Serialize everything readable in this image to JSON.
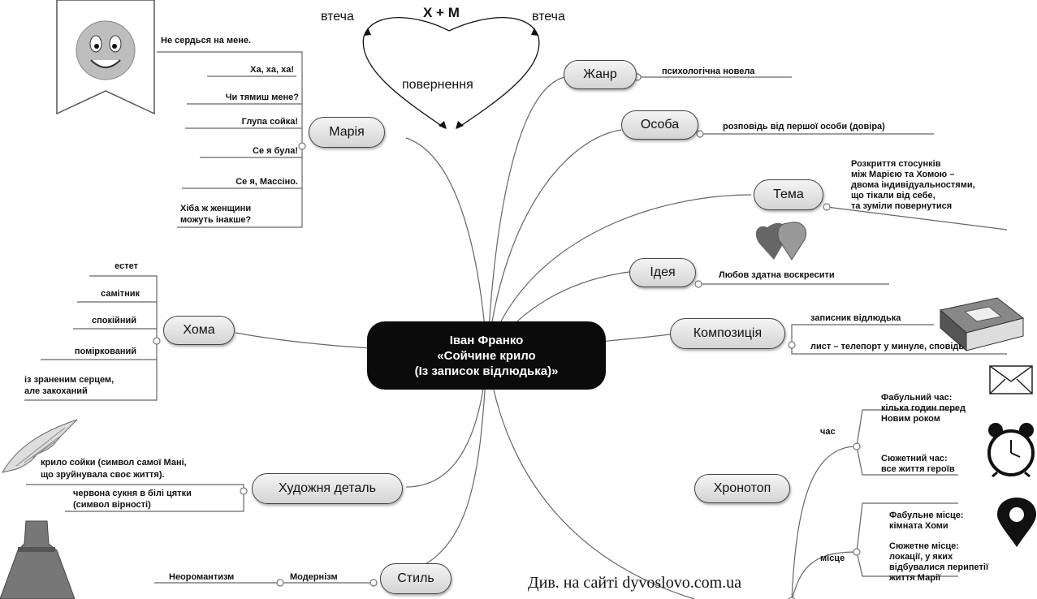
{
  "center": {
    "author": "Іван Франко",
    "title": "«Сойчине крило",
    "subtitle": "(Із записок відлюдька)»"
  },
  "heart_scheme": {
    "left": "втеча",
    "right": "втеча",
    "top": "Х + М",
    "bottom": "повернення"
  },
  "maria": {
    "label": "Марія",
    "quotes": [
      "Не сердься на мене.",
      "Ха, ха, ха!",
      "Чи тямиш мене?",
      "Глупа сойка!",
      "Се я була!",
      "Се я, Массіно."
    ],
    "last_quote_line1": "Хіба ж женщини",
    "last_quote_line2": "можуть інакше?"
  },
  "homa": {
    "label": "Хома",
    "traits": [
      "естет",
      "самітник",
      "спокійний",
      "поміркований"
    ],
    "last_trait_line1": "із зраненим серцем,",
    "last_trait_line2": "але закоханий"
  },
  "detail": {
    "label": "Художня деталь",
    "item1_line1": "крило сойки (символ самої Мані,",
    "item1_line2": "що зруйнувала своє життя).",
    "item2_line1": "червона сукня в білі цятки",
    "item2_line2": "(символ вірності)"
  },
  "style": {
    "label": "Стиль",
    "sub": "Модернізм",
    "subsub": "Неоромантизм"
  },
  "genre": {
    "label": "Жанр",
    "value": "психологічна новела"
  },
  "person": {
    "label": "Особа",
    "value": "розповідь від першої особи (довіра)"
  },
  "theme": {
    "label": "Тема",
    "lines": [
      "Розкриття стосунків",
      "між Марією та Хомою –",
      "двома індивідуальностями,",
      "що тікали від себе,",
      "та зуміли повернутися"
    ]
  },
  "idea": {
    "label": "Ідея",
    "value": "Любов здатна воскресити"
  },
  "composition": {
    "label": "Композиція",
    "item1": "записник відлюдька",
    "item2": "лист – телепорт у минуле, сповідь"
  },
  "chronotope": {
    "label": "Хронотоп",
    "time": "час",
    "time_fabula": [
      "Фабульний час:",
      "кілька годин перед",
      "Новим роком"
    ],
    "time_plot": [
      "Сюжетний час:",
      "все життя героїв"
    ],
    "place": "місце",
    "place_fabula": [
      "Фабульне місце:",
      "кімната Хоми"
    ],
    "place_plot": [
      "Сюжетне місце:",
      "локації, у яких",
      "відбувалися перипетії",
      "життя Марії"
    ]
  },
  "footer": "Див. на сайті dyvoslovo.com.ua",
  "icons": [
    "smiley-icon",
    "heart-icon",
    "book-icon",
    "envelope-icon",
    "alarm-clock-icon",
    "location-pin-icon",
    "wing-icon",
    "dress-icon"
  ]
}
